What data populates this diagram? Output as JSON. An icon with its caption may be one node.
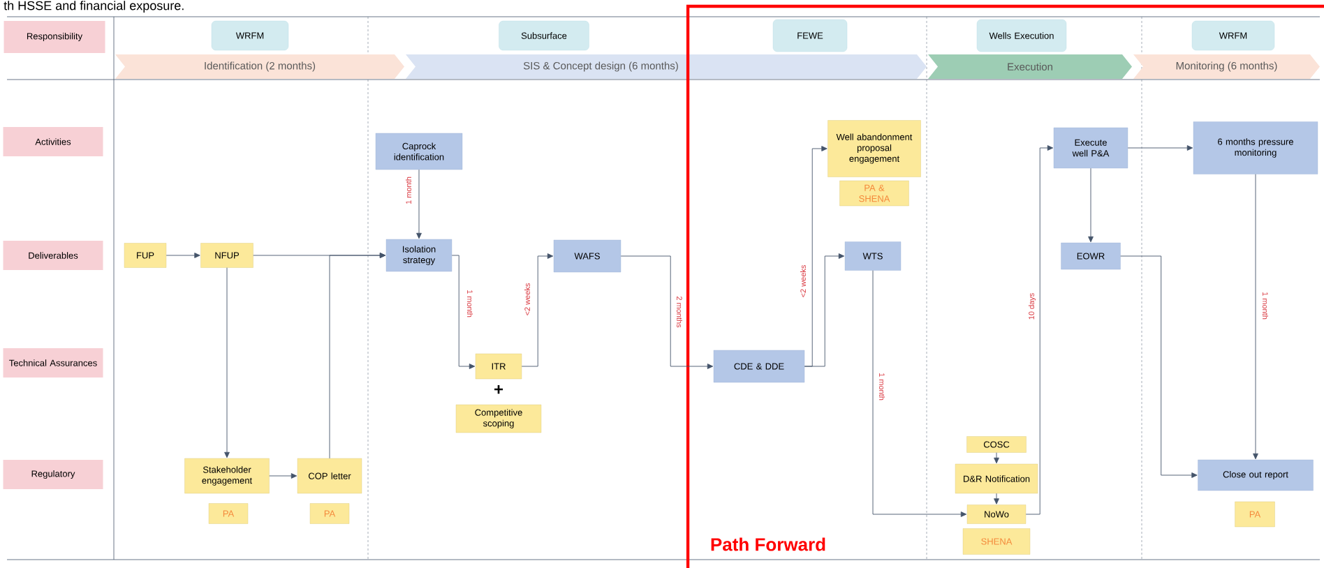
{
  "diagram": {
    "nodes": [
      {
        "text": [
          "Responsibility"
        ]
      },
      {
        "text": [
          "Activities"
        ]
      },
      {
        "text": [
          "Deliverables"
        ]
      },
      {
        "text": [
          "Technical Assurances"
        ]
      },
      {
        "text": [
          "Regulatory"
        ]
      },
      {
        "text": [
          "WRFM"
        ]
      },
      {
        "text": [
          "Subsurface"
        ]
      },
      {
        "text": [
          "FEWE"
        ]
      },
      {
        "text": [
          "Wells Execution"
        ]
      },
      {
        "text": [
          "WRFM"
        ]
      },
      {
        "text": [
          "Identification (2 months)"
        ]
      },
      {
        "text": [
          "SIS & Concept design (6 months)"
        ]
      },
      {
        "text": [
          "Execution"
        ]
      },
      {
        "text": [
          "Monitoring (6 months)"
        ]
      },
      {
        "text": [
          "Caprock identification"
        ]
      },
      {
        "text": [
          "Well abandonment proposal engagement"
        ]
      },
      {
        "text": [
          "Execute well P&A"
        ]
      },
      {
        "text": [
          "6 months pressure monitoring"
        ]
      },
      {
        "text": [
          "PA & SHENA"
        ]
      },
      {
        "text": [
          "FUP"
        ]
      },
      {
        "text": [
          "NFUP"
        ]
      },
      {
        "text": [
          "Isolation strategy"
        ]
      },
      {
        "text": [
          "WAFS"
        ]
      },
      {
        "text": [
          "WTS"
        ]
      },
      {
        "text": [
          "EOWR"
        ]
      },
      {
        "text": [
          "ITR"
        ]
      },
      {
        "text": [
          "CDE & DDE"
        ]
      },
      {
        "text": [
          "Competitive scoping"
        ]
      },
      {
        "text": [
          "COSC"
        ]
      },
      {
        "text": [
          "Stakeholder engagement"
        ]
      },
      {
        "text": [
          "COP letter"
        ]
      },
      {
        "text": [
          "Close out report"
        ]
      },
      {
        "text": [
          "D&R Notification"
        ]
      },
      {
        "text": [
          "PA"
        ]
      },
      {
        "text": [
          "PA"
        ]
      },
      {
        "text": [
          "PA"
        ]
      },
      {
        "text": [
          "NoWo"
        ]
      },
      {
        "text": [
          "SHENA"
        ]
      }
    ],
    "edges": [
      {
        "from": 19,
        "to": 20,
        "arrow": "to"
      },
      {
        "from": 20,
        "to": 21,
        "arrow": "to"
      },
      {
        "from": 20,
        "to": 29,
        "arrow": "to"
      },
      {
        "from": 30,
        "to": 21,
        "arrow": "to"
      },
      {
        "from": 29,
        "to": 30,
        "arrow": "to"
      },
      {
        "from": 14,
        "to": 21,
        "arrow": "to",
        "label": "1 month"
      },
      {
        "from": 21,
        "to": 25,
        "arrow": "to",
        "label": "1 month"
      },
      {
        "from": 25,
        "to": 22,
        "arrow": "to",
        "label": "<2 weeks"
      },
      {
        "from": 22,
        "to": 26,
        "arrow": "to",
        "label": "2 months"
      },
      {
        "from": 26,
        "to": 15,
        "arrow": "to",
        "label": "<2 weeks"
      },
      {
        "from": 26,
        "to": 23,
        "arrow": "to"
      },
      {
        "from": 23,
        "to": 36,
        "arrow": "to",
        "label": "1 month"
      },
      {
        "from": 28,
        "to": 32,
        "arrow": "to"
      },
      {
        "from": 32,
        "to": 36,
        "arrow": "to"
      },
      {
        "from": 36,
        "to": 16,
        "arrow": "to",
        "label": "10 days"
      },
      {
        "from": 16,
        "to": 17,
        "arrow": "to"
      },
      {
        "from": 16,
        "to": 24,
        "arrow": "to"
      },
      {
        "from": 24,
        "to": 31,
        "arrow": "to"
      },
      {
        "from": 17,
        "to": 31,
        "arrow": "to",
        "label": "1 month"
      }
    ],
    "labels": [
      "th HSSE and financial exposure.",
      "+",
      "Path Forward"
    ]
  }
}
